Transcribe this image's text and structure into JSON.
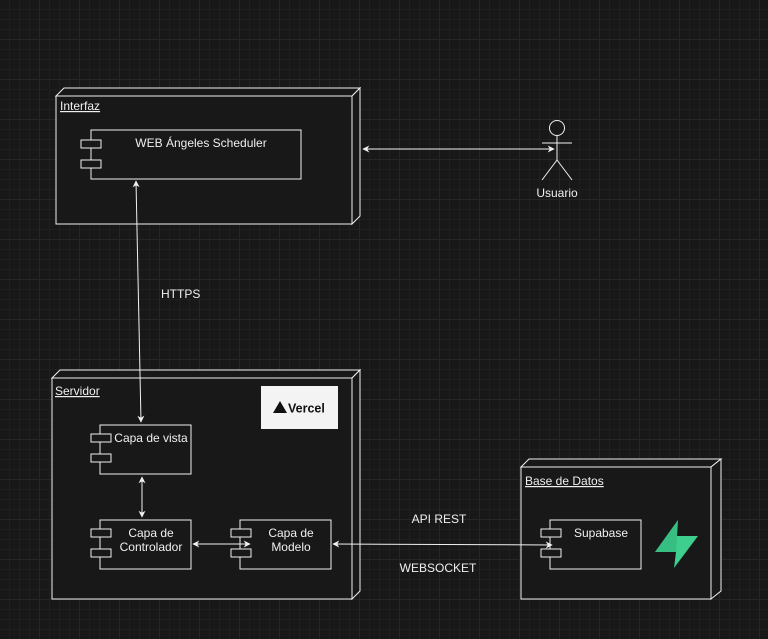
{
  "nodes": {
    "interfaz": "Interfaz",
    "servidor": "Servidor",
    "base_datos": "Base de Datos"
  },
  "components": {
    "web": "WEB Ángeles Scheduler",
    "vista": "Capa de vista",
    "controlador_l1": "Capa de",
    "controlador_l2": "Controlador",
    "modelo_l1": "Capa de",
    "modelo_l2": "Modelo",
    "supabase": "Supabase"
  },
  "actor": {
    "label": "Usuario"
  },
  "edges": {
    "https": "HTTPS",
    "api_rest": "API REST",
    "websocket": "WEBSOCKET"
  },
  "logos": {
    "vercel": "Vercel",
    "supabase_icon": "supabase-bolt-icon",
    "supabase_color": "#3ecf8e"
  },
  "colors": {
    "background": "#181818",
    "stroke": "#f0f0f0"
  }
}
